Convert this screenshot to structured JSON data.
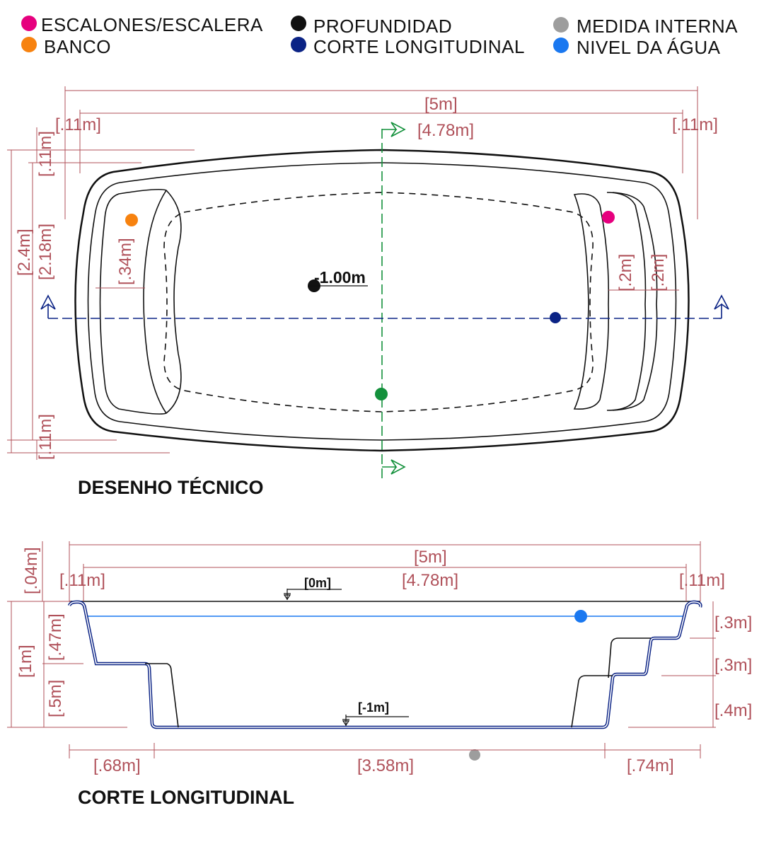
{
  "colors": {
    "steps": "#e6007e",
    "bench": "#f7820f",
    "depth": "#111111",
    "section": "#0b2385",
    "internal": "#9d9d9d",
    "water": "#1a78f0",
    "dimension": "#b0515a",
    "section_axis": "#14913c"
  },
  "legend": [
    {
      "label": "ESCALONES/ESCALERA",
      "color_key": "steps"
    },
    {
      "label": "BANCO",
      "color_key": "bench"
    },
    {
      "label": "PROFUNDIDAD",
      "color_key": "depth"
    },
    {
      "label": "CORTE LONGITUDINAL",
      "color_key": "section"
    },
    {
      "label": "MEDIDA INTERNA",
      "color_key": "internal"
    },
    {
      "label": "NIVEL DA ÁGUA",
      "color_key": "water"
    }
  ],
  "plan": {
    "title": "DESENHO TÉCNICO",
    "depth_label": "-1.00m",
    "dims": {
      "total_length": "[5m]",
      "inner_length": "[4.78m]",
      "rim_left": "[.11m]",
      "rim_right": "[.11m]",
      "rim_top": "[.11m]",
      "rim_bottom": "[.11m]",
      "total_width": "[2.4m]",
      "inner_width": "[2.18m]",
      "bench_width": "[.34m]",
      "step1": "[.2m]",
      "step2": "[.2m]"
    }
  },
  "section": {
    "title": "CORTE LONGITUDINAL",
    "level_top": "[0m]",
    "level_bottom": "[-1m]",
    "dims": {
      "total_length": "[5m]",
      "inner_length": "[4.78m]",
      "rim_left": "[.11m]",
      "rim_right": "[.11m]",
      "rim_height": "[.04m]",
      "depth": "[1m]",
      "bench_height": "[.47m]",
      "lower_height": "[.5m]",
      "step_r1": "[.3m]",
      "step_r2": "[.3m]",
      "step_r3": "[.4m]",
      "bottom_left": "[.68m]",
      "bottom_mid": "[3.58m]",
      "bottom_right": "[.74m]"
    }
  }
}
